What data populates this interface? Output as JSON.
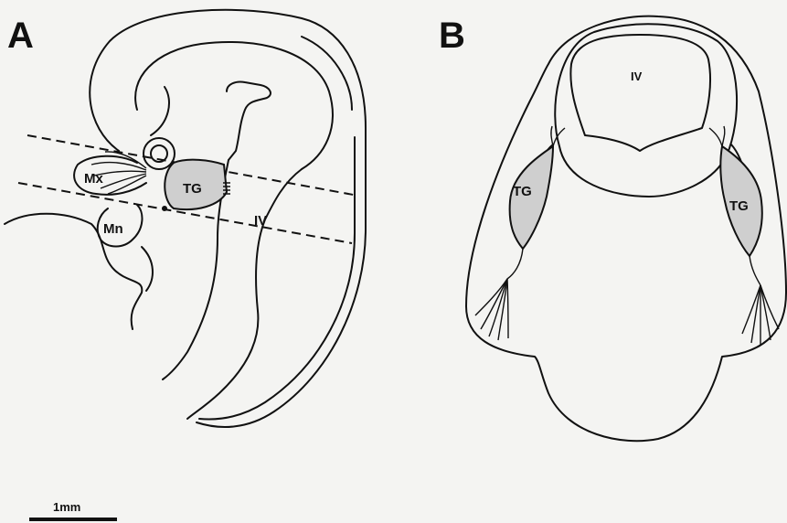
{
  "figure": {
    "panel_a": {
      "letter": "A",
      "labels": {
        "maxillary": "Mx",
        "mandibular": "Mn",
        "trigeminal_ganglion": "TG",
        "ventricle": "IV"
      }
    },
    "panel_b": {
      "letter": "B",
      "labels": {
        "ventricle": "IV",
        "trigeminal_ganglion_left": "TG",
        "trigeminal_ganglion_right": "TG"
      }
    },
    "scale_bar": {
      "label": "1mm"
    }
  },
  "colors": {
    "ink": "#111111",
    "ganglion_fill": "#cfcfcf",
    "background": "#f4f4f2"
  }
}
